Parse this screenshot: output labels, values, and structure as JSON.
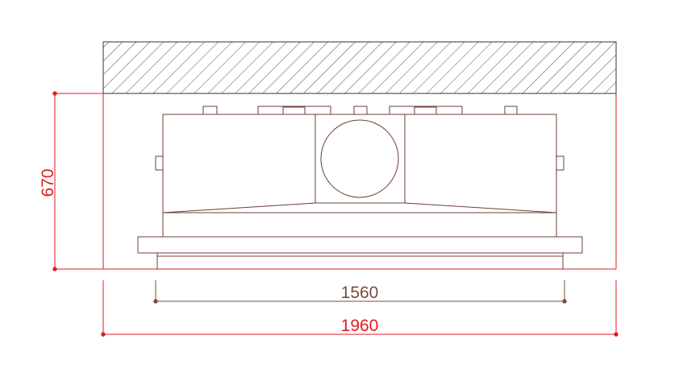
{
  "dimensions": {
    "height": "670",
    "inner_width": "1560",
    "total_width": "1960"
  },
  "colors": {
    "dimension_outer": "#e31b23",
    "dimension_inner": "#7a4a3a",
    "unit_outline": "#6b3f33",
    "ceiling_hatch": "#3a3a3a",
    "background": "#ffffff"
  }
}
